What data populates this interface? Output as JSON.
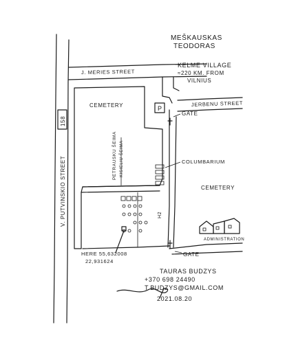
{
  "family_name": [
    "MEŠKAUSKAS",
    "TEODORAS"
  ],
  "village": {
    "name": "KELME VILLAGE",
    "distance": "≈220 KM. FROM",
    "from_city": "VILNIUS"
  },
  "streets": {
    "top": "J. MERIES STREET",
    "right": "JERBENU STREET",
    "left": "V. PUTVINSKIO STREET",
    "left_number": "158"
  },
  "labels": {
    "cemetery_left": "CEMETERY",
    "cemetery_right": "CEMETERY",
    "parking": "P",
    "gate_top": "GATE",
    "gate_bottom": "GATE",
    "columbarium": "COLUMBARIUM",
    "administration": "ADMINISTRATION",
    "family_plot_1": "PETRAUSKU ŠEIMA",
    "family_plot_2": "KISIELIU ŠEIMA",
    "grave_marker": "H2",
    "here": "HERE 55,632008",
    "here_coord_2": "22,931624"
  },
  "contact": {
    "name": "TAURAS BUDZYS",
    "phone": "+370 698 24490",
    "email": "T.BUDZYS@GMAIL.COM",
    "date": "2021.08.20"
  }
}
